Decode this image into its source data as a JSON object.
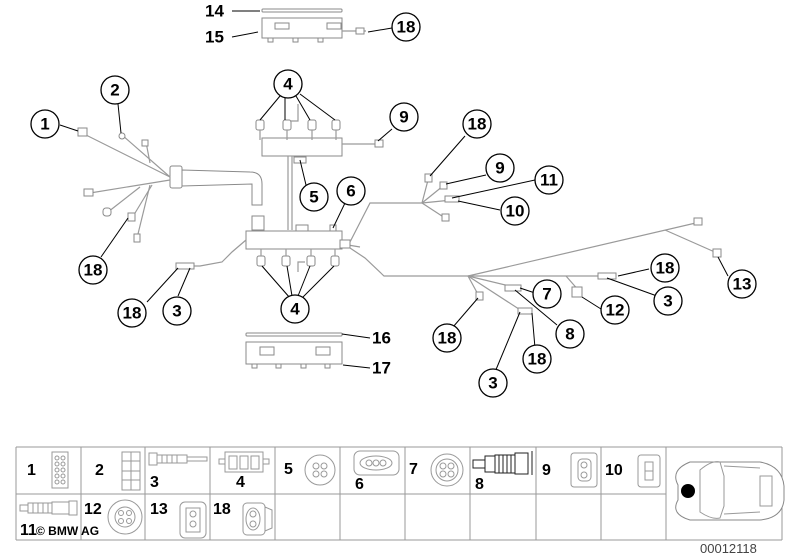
{
  "diagram": {
    "title": "Wiring harness parts diagram",
    "diagram_id": "00012118",
    "copyright": "© BMW AG",
    "plain_labels": [
      "14",
      "15",
      "16",
      "17"
    ],
    "callouts": [
      "18",
      "1",
      "2",
      "4",
      "9",
      "18",
      "9",
      "11",
      "10",
      "5",
      "6",
      "18",
      "13",
      "18",
      "3",
      "4",
      "7",
      "18",
      "3",
      "12",
      "8",
      "18",
      "3",
      "18"
    ]
  },
  "legend": {
    "cells": [
      {
        "label": "1",
        "icon": "multi-pin-connector-icon"
      },
      {
        "label": "2",
        "icon": "rectangular-connector-icon"
      },
      {
        "label": "3",
        "icon": "sensor-plug-icon"
      },
      {
        "label": "4",
        "icon": "coil-connector-icon"
      },
      {
        "label": "5",
        "icon": "round-4pin-connector-icon"
      },
      {
        "label": "6",
        "icon": "oval-3pin-connector-icon"
      },
      {
        "label": "7",
        "icon": "round-4pin-socket-icon"
      },
      {
        "label": "8",
        "icon": "bellows-plug-icon"
      },
      {
        "label": "9",
        "icon": "2pin-connector-icon"
      },
      {
        "label": "10",
        "icon": "2pin-flat-connector-icon"
      },
      {
        "label": "11",
        "icon": "sensor-plug-icon"
      },
      {
        "label": "12",
        "icon": "round-4pin-connector-icon"
      },
      {
        "label": "13",
        "icon": "2pin-housing-connector-icon"
      },
      {
        "label": "18",
        "icon": "2pin-oval-connector-icon"
      }
    ],
    "locator": "car-location-icon"
  }
}
